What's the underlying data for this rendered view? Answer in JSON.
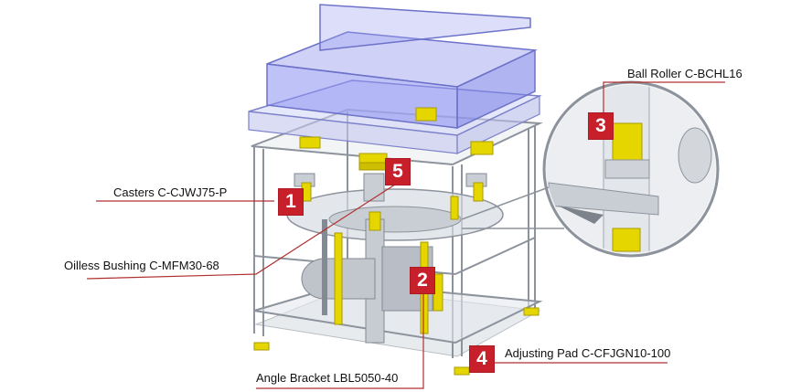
{
  "callouts": [
    {
      "id": "1",
      "text": "Casters  C-CJWJ75-P"
    },
    {
      "id": "2",
      "text": "Angle Bracket  LBL5050-40"
    },
    {
      "id": "3",
      "text": "Ball Roller  C-BCHL16"
    },
    {
      "id": "4",
      "text": "Adjusting Pad  C-CFJGN10-100"
    },
    {
      "id": "5",
      "text": "Oilless Bushing  C-MFM30-68"
    }
  ],
  "colors": {
    "badge": "#c8202a",
    "leader": "#b03030",
    "frame": "#9aa0a8",
    "accent_part": "#e6d600",
    "cover": "#8a8ff0"
  }
}
